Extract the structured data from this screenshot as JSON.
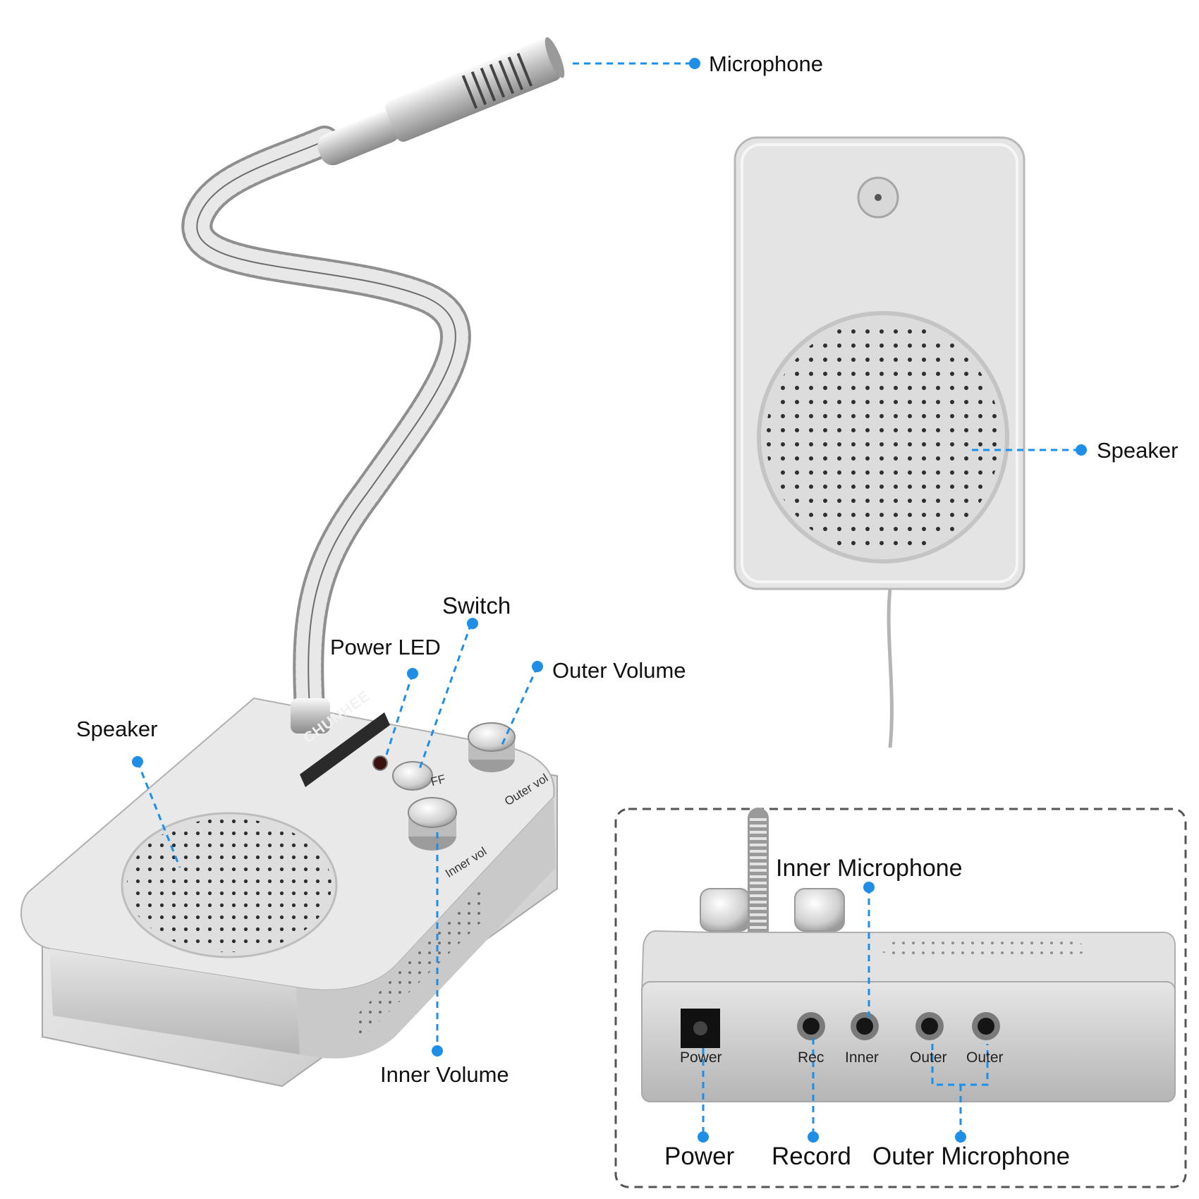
{
  "labels": {
    "microphone": "Microphone",
    "speaker_top": "Speaker",
    "switch": "Switch",
    "power_led": "Power LED",
    "outer_volume": "Outer Volume",
    "speaker_left": "Speaker",
    "inner_volume": "Inner Volume",
    "inner_microphone": "Inner Microphone",
    "power": "Power",
    "record": "Record",
    "outer_microphone": "Outer Microphone"
  },
  "device": {
    "brand": "CHUNHEE",
    "inner_dial": "Inner vol",
    "outer_dial": "Outer vol",
    "off_mark": "FF"
  },
  "ports": {
    "power": "Power",
    "rec": "Rec",
    "inner": "Inner",
    "outer_1": "Outer",
    "outer_2": "Outer"
  },
  "colors": {
    "callout_blue": "#1f8ee6",
    "silver": "#d6d6d6",
    "text": "#111111"
  }
}
